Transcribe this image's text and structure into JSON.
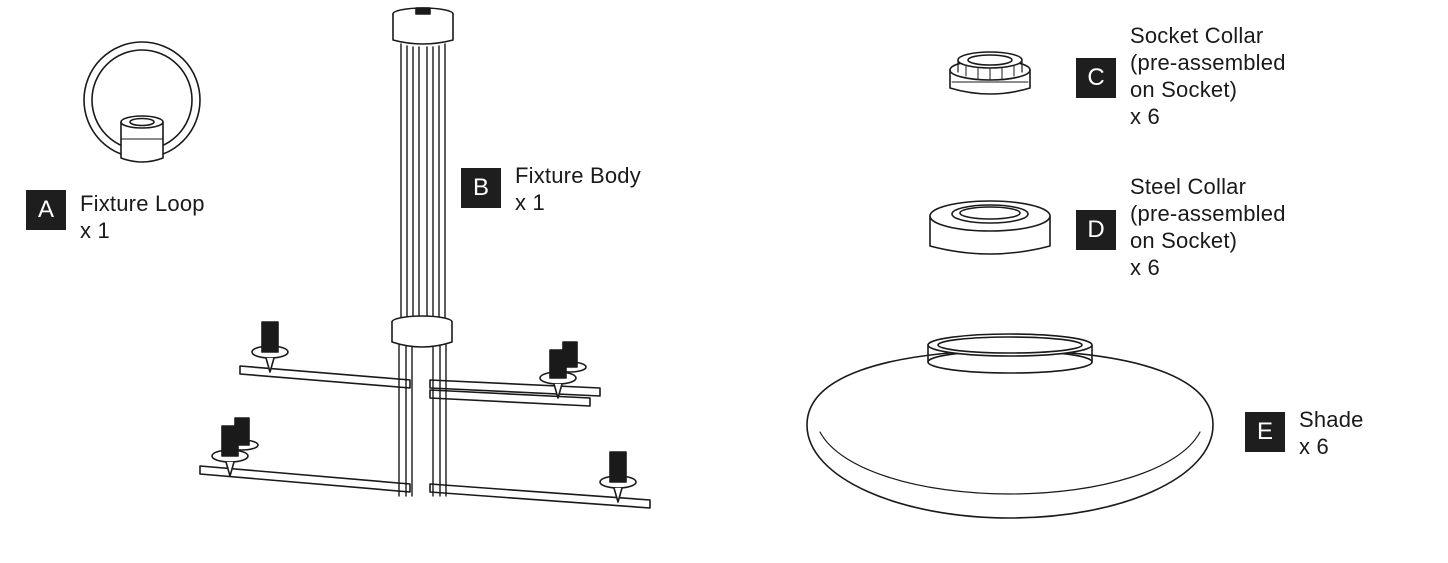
{
  "parts": [
    {
      "letter": "A",
      "name": "Fixture Loop",
      "qty": "x 1"
    },
    {
      "letter": "B",
      "name": "Fixture Body",
      "qty": "x 1"
    },
    {
      "letter": "C",
      "name": "Socket Collar\n(pre-assembled\non Socket)",
      "qty": "x  6"
    },
    {
      "letter": "D",
      "name": "Steel Collar\n(pre-assembled\non Socket)",
      "qty": "x  6"
    },
    {
      "letter": "E",
      "name": "Shade",
      "qty": "x  6"
    }
  ],
  "colors": {
    "line": "#1a1a1a",
    "fill": "#ffffff",
    "shade": "#e9e9e9",
    "badge": "#1e1e1e"
  }
}
